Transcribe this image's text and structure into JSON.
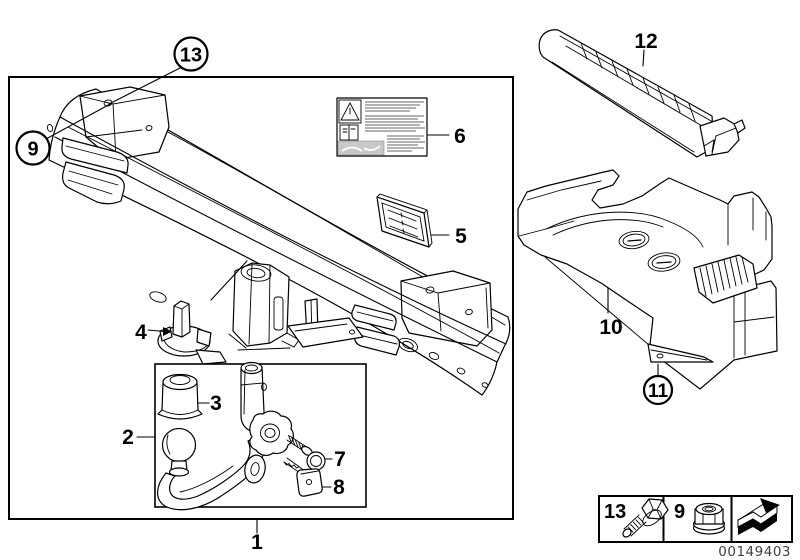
{
  "diagram": {
    "image_number": "00149403",
    "callouts": {
      "n1": "1",
      "n2": "2",
      "n3": "3",
      "n4": "4",
      "n5": "5",
      "n6": "6",
      "n7": "7",
      "n8": "8",
      "n9": "9",
      "n10": "10",
      "n11": "11",
      "n12": "12",
      "n13": "13"
    },
    "legend": {
      "bolt_label": "13",
      "nut_label": "9",
      "icons": {
        "bolt": "hex-bolt-icon",
        "nut": "flange-nut-icon",
        "arrow": "direction-of-travel-arrow-icon"
      }
    },
    "sticker": {
      "icons": {
        "triangle": "warning-triangle-icon",
        "book": "owners-manual-icon"
      }
    }
  }
}
